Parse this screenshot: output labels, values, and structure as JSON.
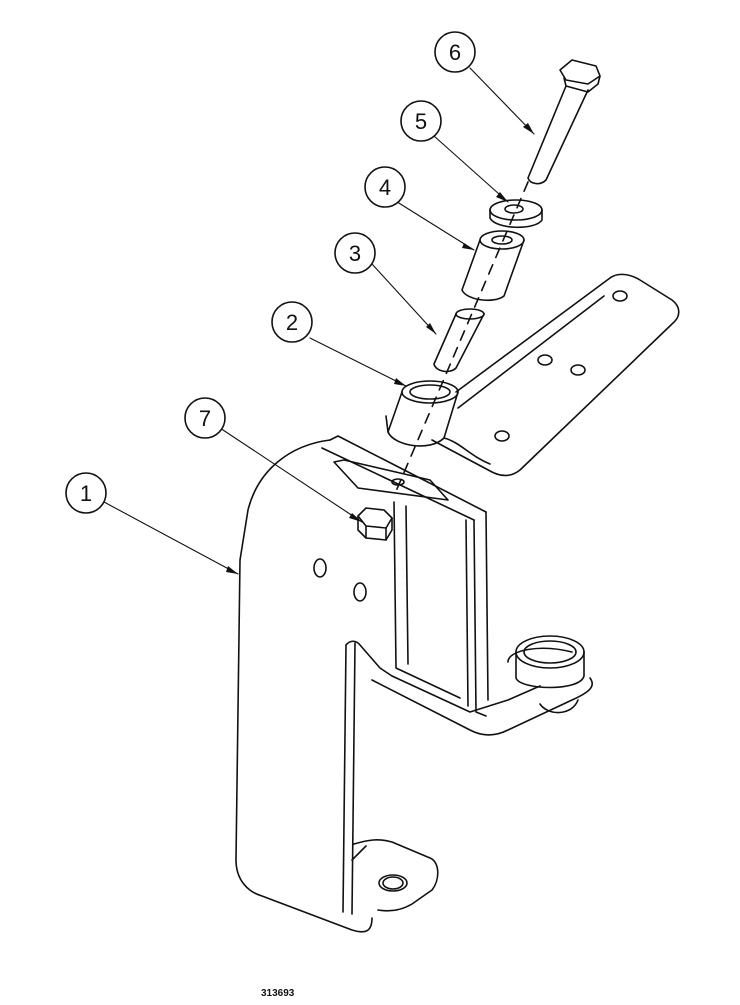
{
  "callouts": [
    {
      "id": "1"
    },
    {
      "id": "2"
    },
    {
      "id": "3"
    },
    {
      "id": "4"
    },
    {
      "id": "5"
    },
    {
      "id": "6"
    },
    {
      "id": "7"
    }
  ],
  "drawing_number": "313693"
}
